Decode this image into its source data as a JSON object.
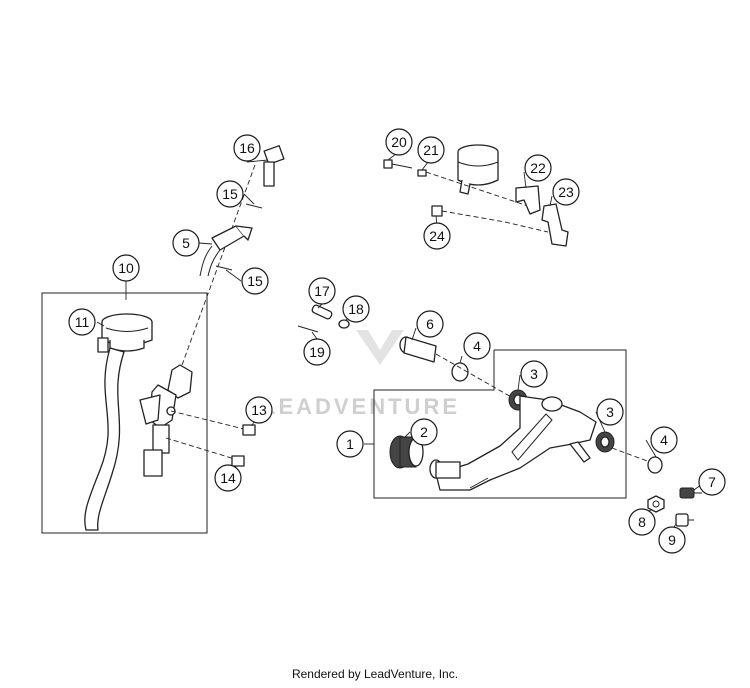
{
  "callouts": [
    "1",
    "2",
    "3",
    "3",
    "4",
    "4",
    "5",
    "6",
    "7",
    "8",
    "9",
    "10",
    "11",
    "13",
    "14",
    "15",
    "15",
    "16",
    "17",
    "18",
    "19",
    "20",
    "21",
    "22",
    "23",
    "24"
  ],
  "watermark": "LEADVENTURE",
  "footer": "Rendered by LeadVenture, Inc."
}
